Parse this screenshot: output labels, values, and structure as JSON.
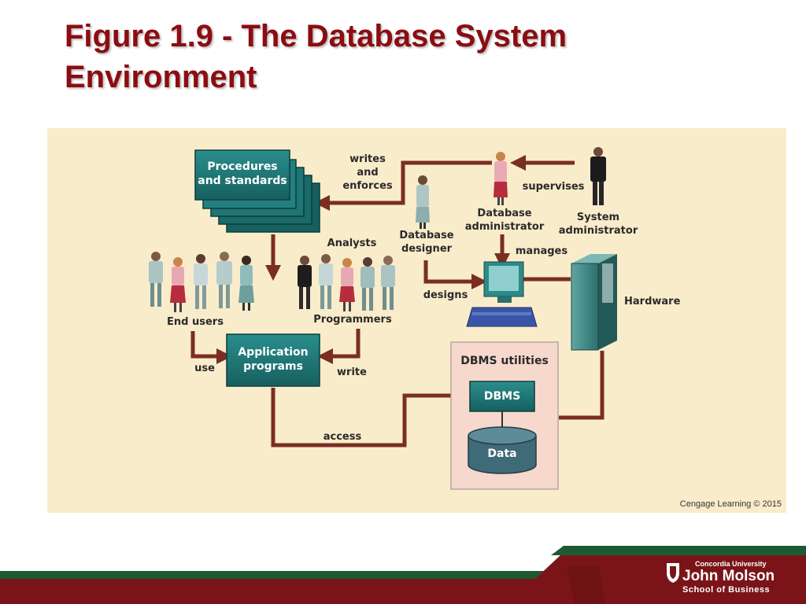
{
  "slide": {
    "title": "Figure 1.9 - The Database System Environment"
  },
  "diagram": {
    "nodes": {
      "procedures": "Procedures\nand standards",
      "application_programs": "Application\nprograms",
      "dbms_utilities": "DBMS utilities",
      "dbms": "DBMS",
      "data": "Data",
      "hardware": "Hardware"
    },
    "actors": {
      "end_users": "End users",
      "analysts": "Analysts",
      "programmers": "Programmers",
      "database_designer": "Database\ndesigner",
      "database_administrator": "Database\nadministrator",
      "system_administrator": "System\nadministrator"
    },
    "edges": {
      "writes_and_enforces": "writes\nand\nenforces",
      "supervises": "supervises",
      "manages": "manages",
      "designs": "designs",
      "use": "use",
      "write": "write",
      "access": "access"
    },
    "credit": "Cengage Learning © 2015",
    "colors": {
      "panel_bg": "#f9eccb",
      "node_teal": "#1e7b7b",
      "arrow": "#7a2e22",
      "dbms_box": "#f6d8cc",
      "title": "#8b0d12"
    }
  },
  "footer": {
    "university": "Concordia University",
    "school_name": "John Molson",
    "school_type": "School of Business"
  }
}
